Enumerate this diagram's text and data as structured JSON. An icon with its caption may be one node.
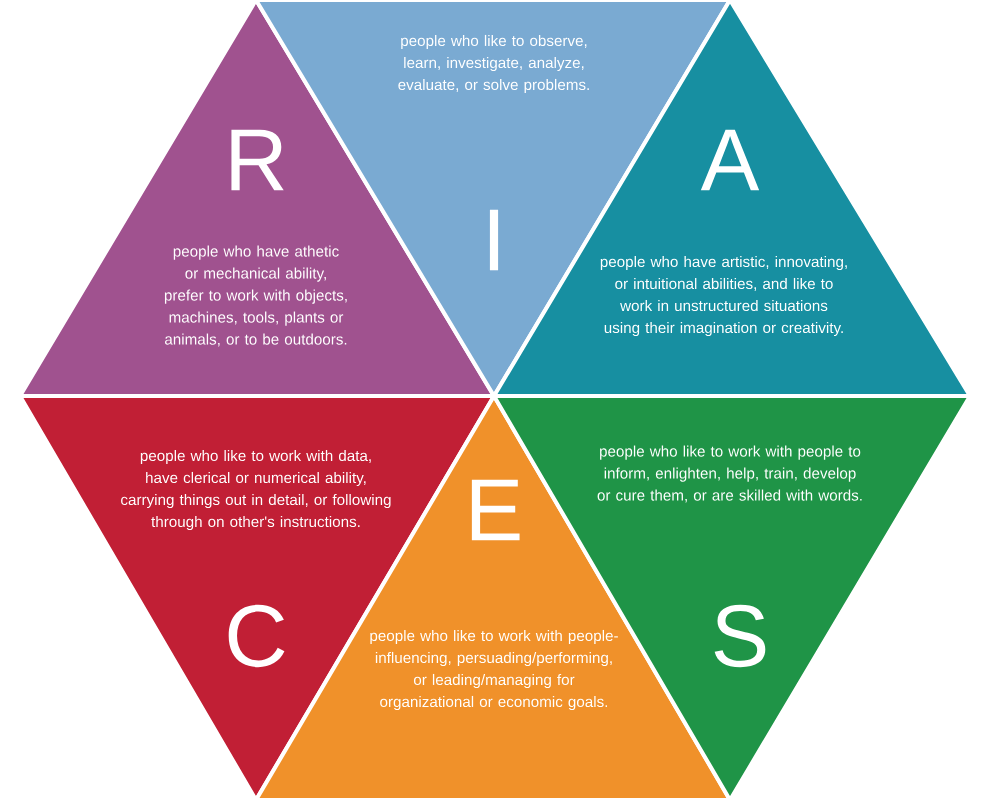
{
  "diagram": {
    "nodes": [
      {
        "text": [
          "R",
          "people who have athetic or mechanical ability, prefer to work with objects, machines, tools, plants or animals, or to be outdoors."
        ]
      },
      {
        "text": [
          "people who like to observe, learn, investigate, analyze, evaluate, or solve problems.",
          "I"
        ]
      },
      {
        "text": [
          "A",
          "people who have artistic, innovating, or intuitional abilities, and like to work in unstructured situations using their imagination or creativity."
        ]
      },
      {
        "text": [
          "people who like to work with data, have clerical or numerical ability, carrying things out in detail, or following through on other's instructions.",
          "C"
        ]
      },
      {
        "text": [
          "E",
          "people who like to work with people-influencing, persuading/performing, or leading/managing for organizational or economic goals."
        ]
      },
      {
        "text": [
          "people who like to work with people to inform, enlighten, help, train, develop or cure them, or are skilled with words.",
          "S"
        ]
      }
    ]
  }
}
